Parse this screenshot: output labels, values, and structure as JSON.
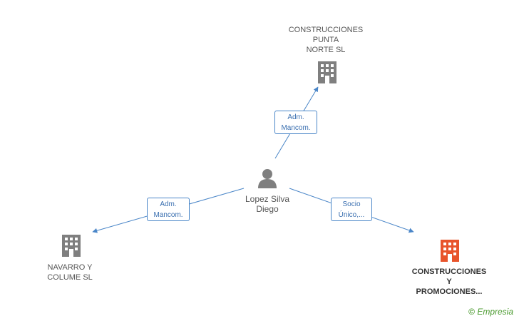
{
  "colors": {
    "edge": "#4a86c8",
    "building_default": "#7f7f7f",
    "building_focus": "#e8542b",
    "person": "#7f7f7f"
  },
  "person": {
    "name": "Lopez Silva\nDiego",
    "icon": "person-icon"
  },
  "companies": [
    {
      "id": "top",
      "name": "CONSTRUCCIONES\nPUNTA\nNORTE SL",
      "icon": "building-icon",
      "highlight": false
    },
    {
      "id": "left",
      "name": "NAVARRO Y\nCOLUME SL",
      "icon": "building-icon",
      "highlight": false
    },
    {
      "id": "right",
      "name": "CONSTRUCCIONES\nY\nPROMOCIONES...",
      "icon": "building-icon",
      "highlight": true
    }
  ],
  "edges": [
    {
      "to": "top",
      "label": "Adm.\nMancom."
    },
    {
      "to": "left",
      "label": "Adm.\nMancom."
    },
    {
      "to": "right",
      "label": "Socio\nÚnico,..."
    }
  ],
  "brand": {
    "copyright": "©",
    "name": "Empresia"
  }
}
